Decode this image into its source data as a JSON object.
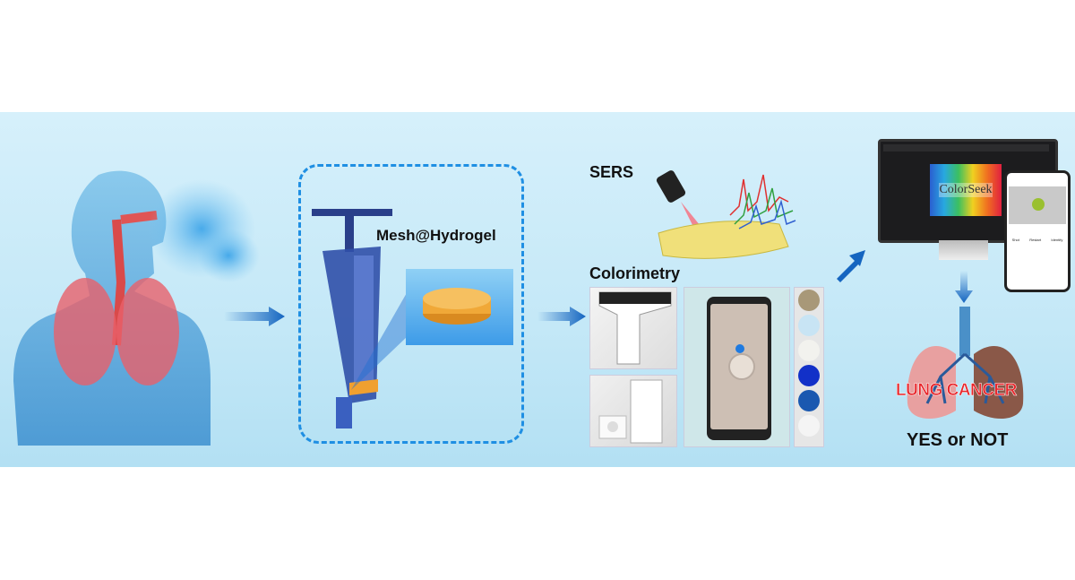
{
  "labels": {
    "mesh_hydrogel": "Mesh@Hydrogel",
    "sers": "SERS",
    "colorimetry": "Colorimetry",
    "lung_cancer": "LUNG CANCER",
    "yes_or_not": "YES or NOT"
  },
  "software": {
    "app_name": "ColorSeek",
    "phone_buttons": [
      "Shot",
      "Restart",
      "Identify"
    ]
  },
  "colors": {
    "band": "#c4e8f7",
    "dashed_box": "#1f8fe3",
    "arrow": "#1565c0",
    "lung_cancer": "#e8262b"
  }
}
